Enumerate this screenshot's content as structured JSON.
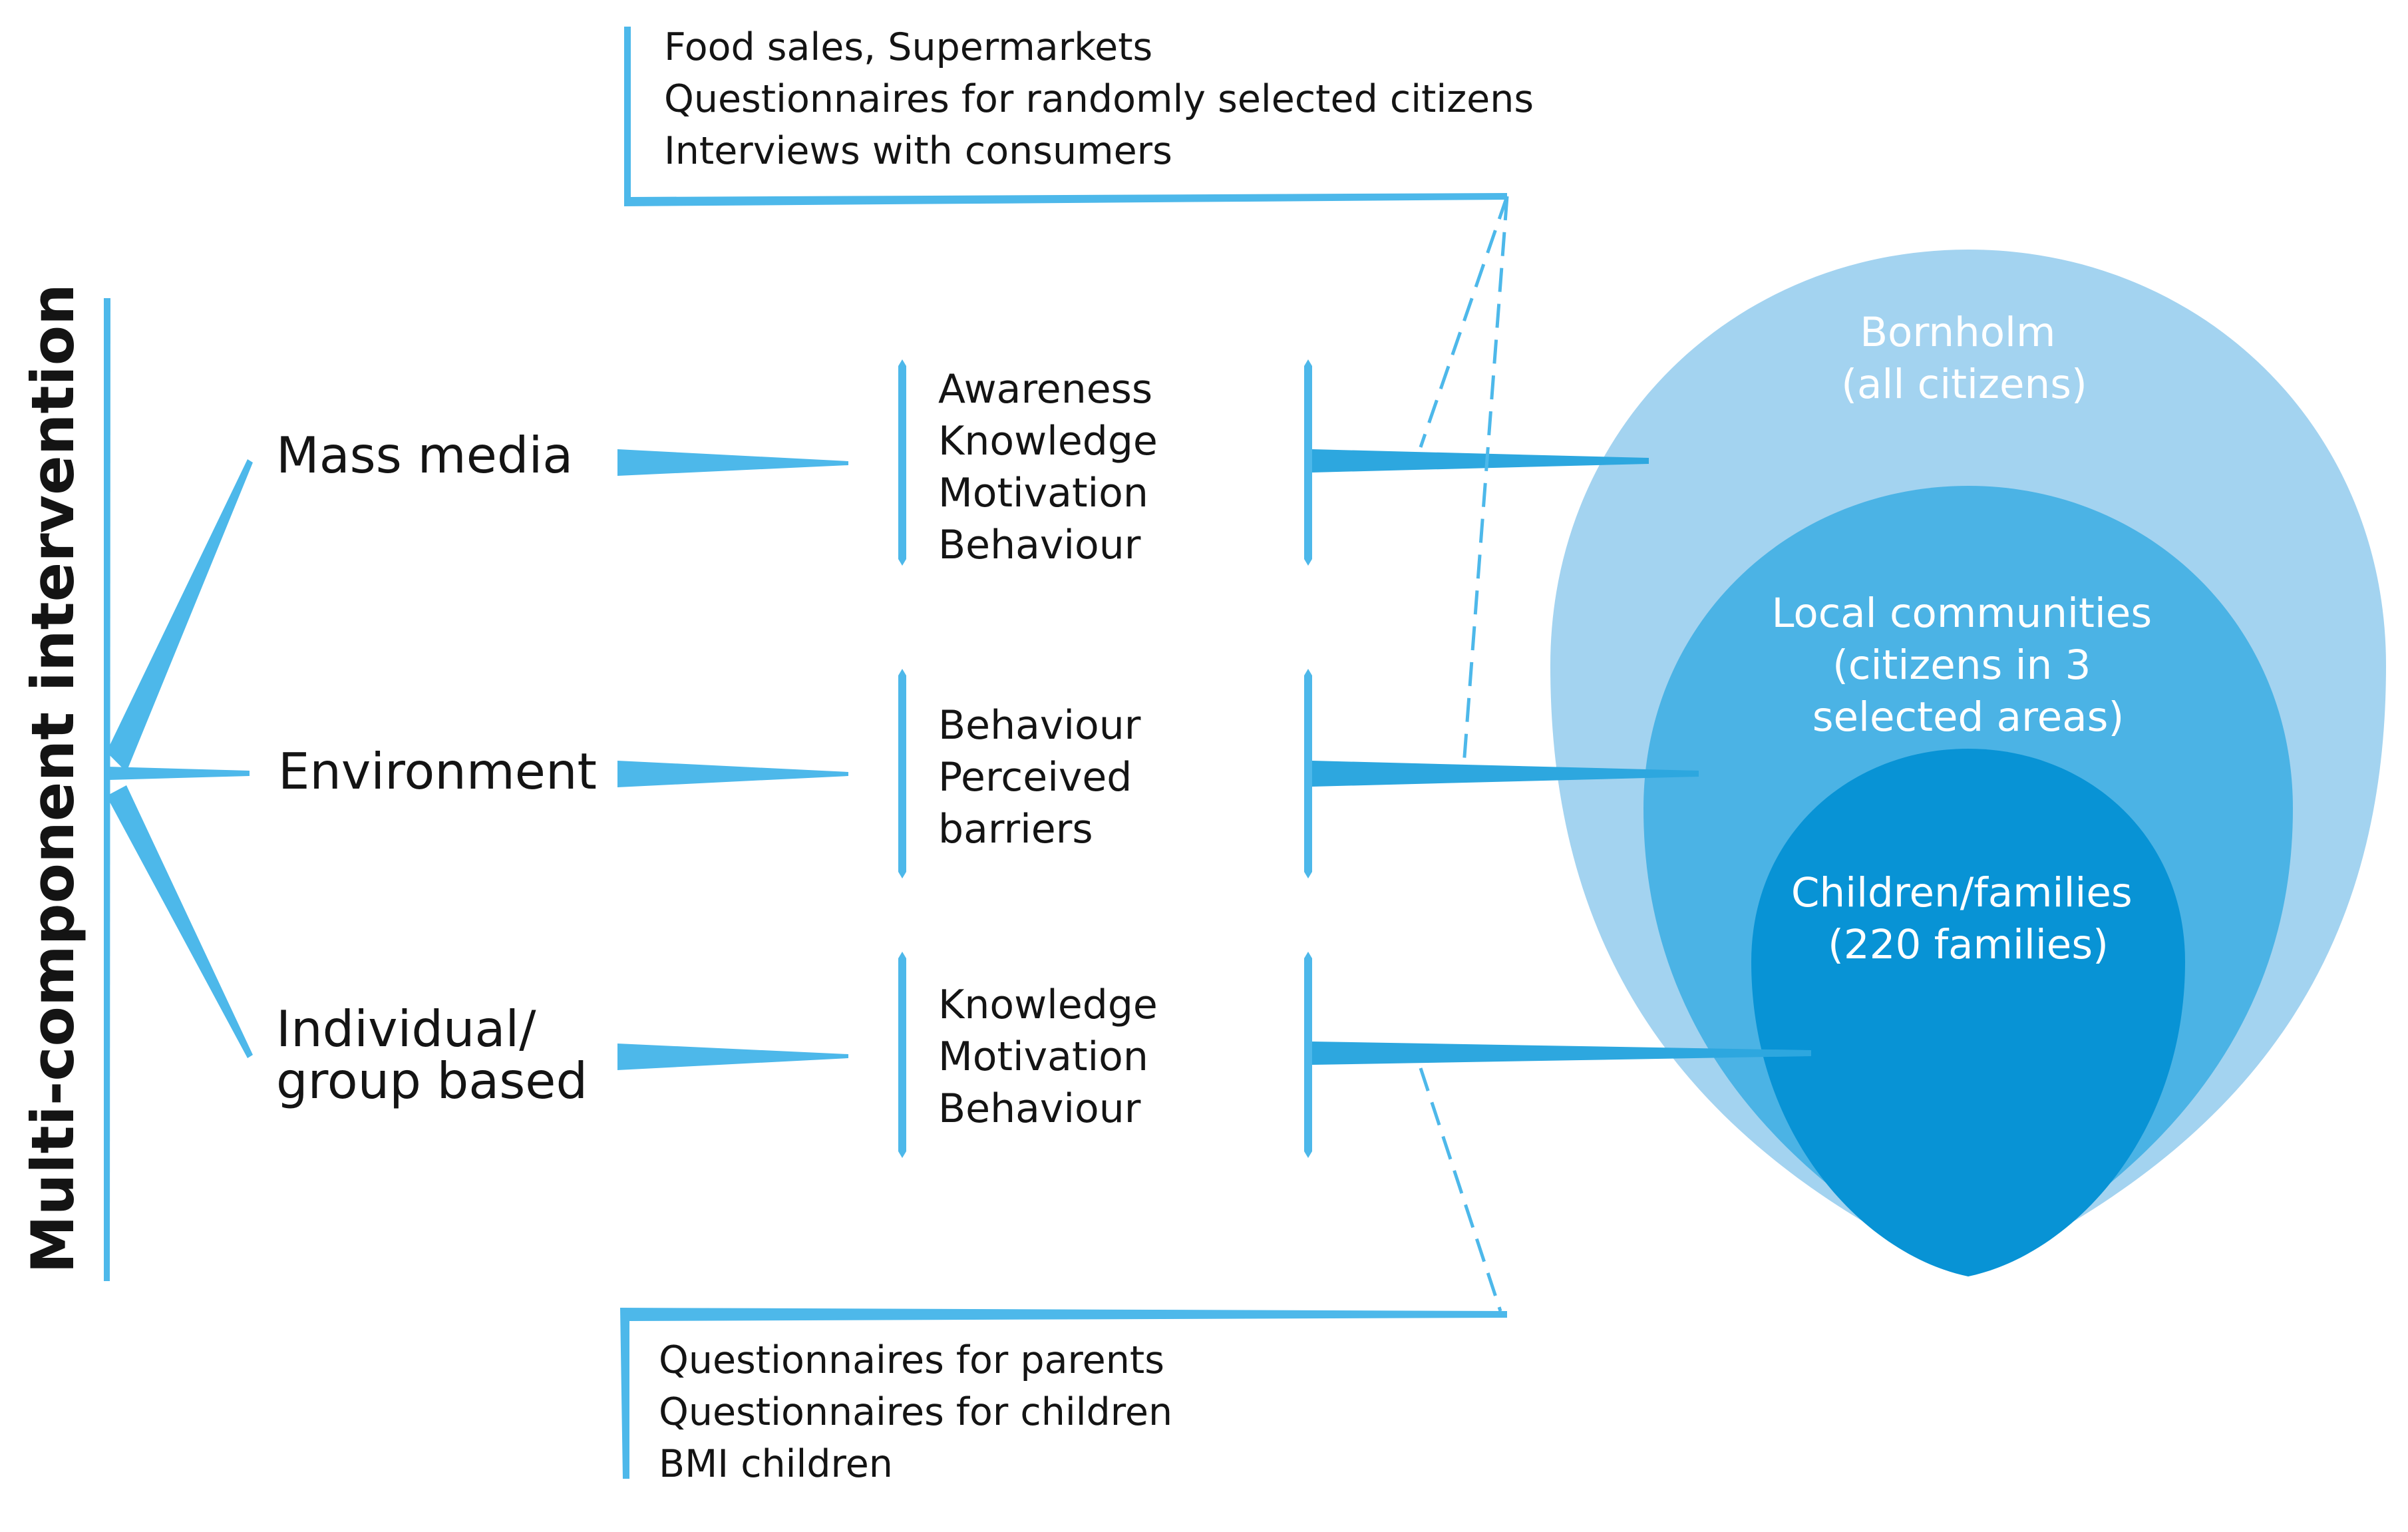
{
  "title_vertical": "Multi-component intervention",
  "components": [
    {
      "lines": [
        "Mass media"
      ]
    },
    {
      "lines": [
        "Environment"
      ]
    },
    {
      "lines": [
        "Individual/",
        "group based"
      ]
    }
  ],
  "outcomes": [
    {
      "items": [
        "Awareness",
        "Knowledge",
        "Motivation",
        "Behaviour"
      ]
    },
    {
      "items": [
        "Behaviour",
        "Perceived",
        "barriers"
      ]
    },
    {
      "items": [
        "Knowledge",
        "Motivation",
        "Behaviour"
      ]
    }
  ],
  "measures_top": [
    "Food sales, Supermarkets",
    "Questionnaires for randomly selected citizens",
    "Interviews with consumers"
  ],
  "measures_bottom": [
    "Questionnaires for parents",
    "Questionnaires for children",
    "BMI children"
  ],
  "target_groups": [
    {
      "lines": [
        "Bornholm",
        "(all citizens)"
      ]
    },
    {
      "lines": [
        "Local communities",
        "(citizens in 3",
        "selected areas)"
      ]
    },
    {
      "lines": [
        "Children/families",
        "(220 families)"
      ]
    }
  ],
  "colors": {
    "stroke_blue": "#4db8ea",
    "connector_blue": "#2da7df",
    "outer_drop": "#a3d3f0",
    "middle_drop": "#4bb3e5",
    "inner_drop": "#0893d5",
    "text_dark": "#141414",
    "text_light": "#ffffff"
  }
}
